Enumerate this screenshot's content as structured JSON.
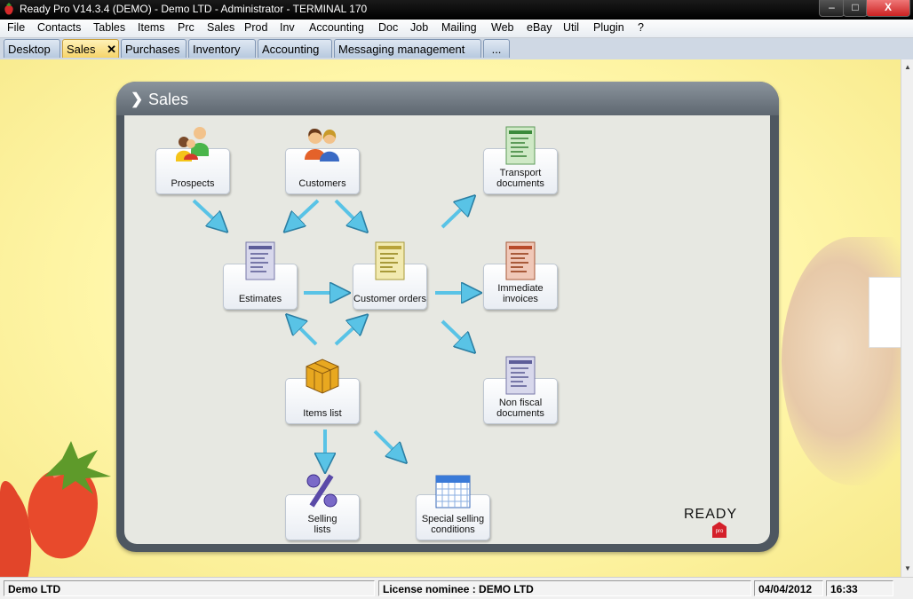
{
  "window": {
    "title": "Ready Pro V14.3.4 (DEMO)  - Demo LTD - Administrator - TERMINAL 170",
    "min_glyph": "–",
    "max_glyph": "□",
    "close_glyph": "X"
  },
  "menu": [
    "File",
    "Contacts",
    "Tables",
    "Items",
    "Prc",
    "Sales",
    "Prod",
    "Inv",
    "Accounting",
    "Doc",
    "Job",
    "Mailing",
    "Web",
    "eBay",
    "Util",
    "Plugin",
    "?"
  ],
  "tabs": {
    "items": [
      "Desktop",
      "Sales",
      "Purchases",
      "Inventory",
      "Accounting",
      "Messaging management",
      "..."
    ],
    "close_glyph": "✕",
    "active": "Sales"
  },
  "panel": {
    "title": "Sales",
    "chevron": "❯"
  },
  "nodes": {
    "prospects": "Prospects",
    "customers": "Customers",
    "transport_documents": [
      "Transport",
      "documents"
    ],
    "estimates": "Estimates",
    "customer_orders": "Customer orders",
    "immediate_invoices": [
      "Immediate",
      "invoices"
    ],
    "items_list": "Items list",
    "non_fiscal_documents": [
      "Non fiscal",
      "documents"
    ],
    "selling_lists": [
      "Selling",
      "lists"
    ],
    "special_selling_conditions": [
      "Special selling",
      "conditions"
    ]
  },
  "logo": {
    "text": "READY",
    "tag": "pro"
  },
  "status": {
    "company": "Demo LTD",
    "license": "License nominee : DEMO LTD",
    "date": "04/04/2012",
    "time": "16:33"
  },
  "colors": {
    "arrow": "#59c3e6",
    "active_tab": "#f6d46a",
    "panel_frame": "#4e5760"
  }
}
